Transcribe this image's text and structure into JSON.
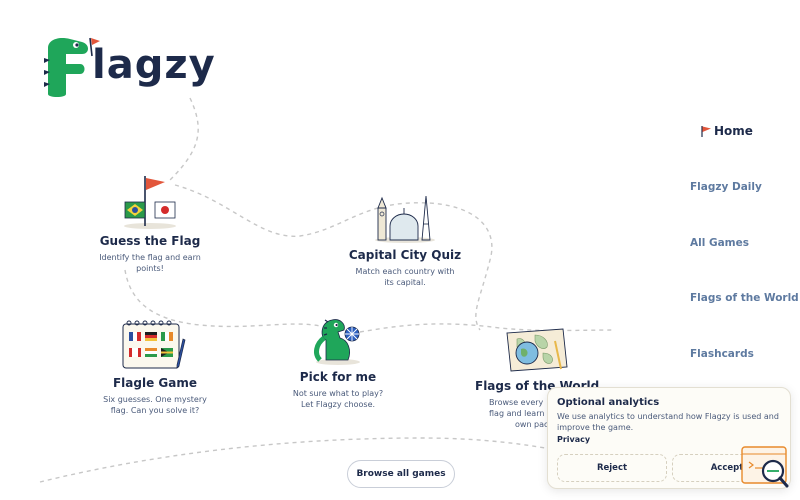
{
  "brand": {
    "name": "lagzy",
    "logo_letter": "F"
  },
  "nav": [
    {
      "label": "Home",
      "active": true
    },
    {
      "label": "Flagzy Daily"
    },
    {
      "label": "All Games"
    },
    {
      "label": "Flags of the World"
    },
    {
      "label": "Flashcards"
    }
  ],
  "games": {
    "guess": {
      "title": "Guess the Flag",
      "desc1": "Identify the flag and earn",
      "desc2": "points!"
    },
    "capital": {
      "title": "Capital City Quiz",
      "desc1": "Match each country with",
      "desc2": "its capital."
    },
    "flagle": {
      "title": "Flagle Game",
      "desc1": "Six guesses. One mystery",
      "desc2": "flag. Can you solve it?"
    },
    "pick": {
      "title": "Pick for me",
      "desc1": "Not sure what to play?",
      "desc2": "Let Flagzy choose."
    },
    "world": {
      "title": "Flags of the World",
      "desc1": "Browse every",
      "desc2": "flag and learn",
      "desc3": "own pac"
    }
  },
  "browse_label": "Browse all games",
  "consent": {
    "title": "Optional analytics",
    "desc": "We use analytics to understand how Flagzy is used and improve the game.",
    "link": "Privacy",
    "reject": "Reject",
    "accept": "Accept"
  },
  "colors": {
    "brand_green": "#1fa65a",
    "navy": "#1d2a4a",
    "nav_blue": "#5e7aa0",
    "flag_red": "#e2563b"
  }
}
